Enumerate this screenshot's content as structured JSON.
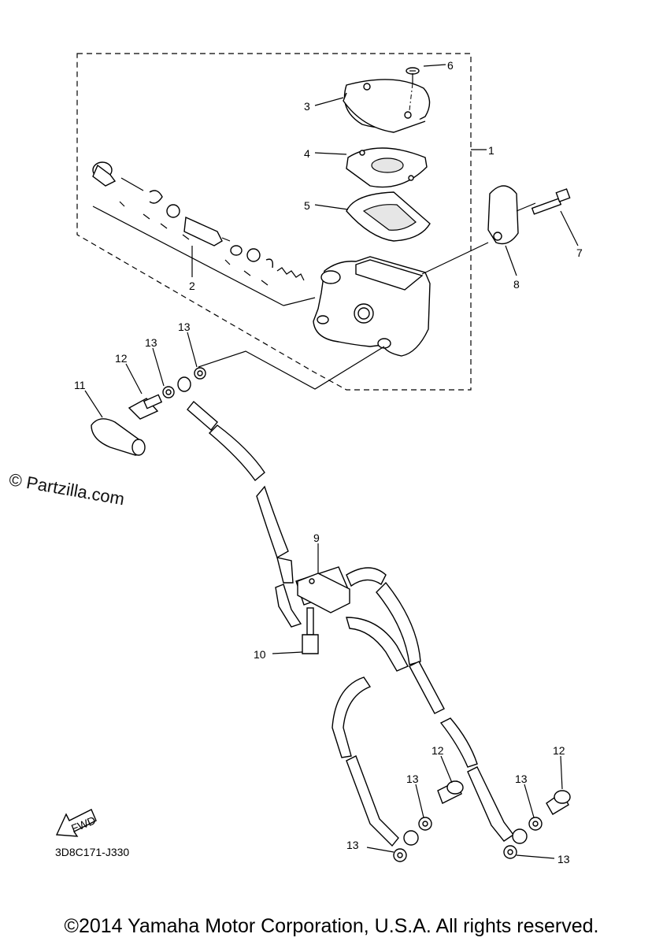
{
  "callouts": [
    "1",
    "2",
    "3",
    "4",
    "5",
    "6",
    "7",
    "8",
    "9",
    "10",
    "11",
    "12",
    "13"
  ],
  "watermark": "© Partzilla.com",
  "fwd_label": "FWD",
  "diagram_code": "3D8C171-J330",
  "copyright": "©2014 Yamaha Motor Corporation, U.S.A. All rights reserved."
}
